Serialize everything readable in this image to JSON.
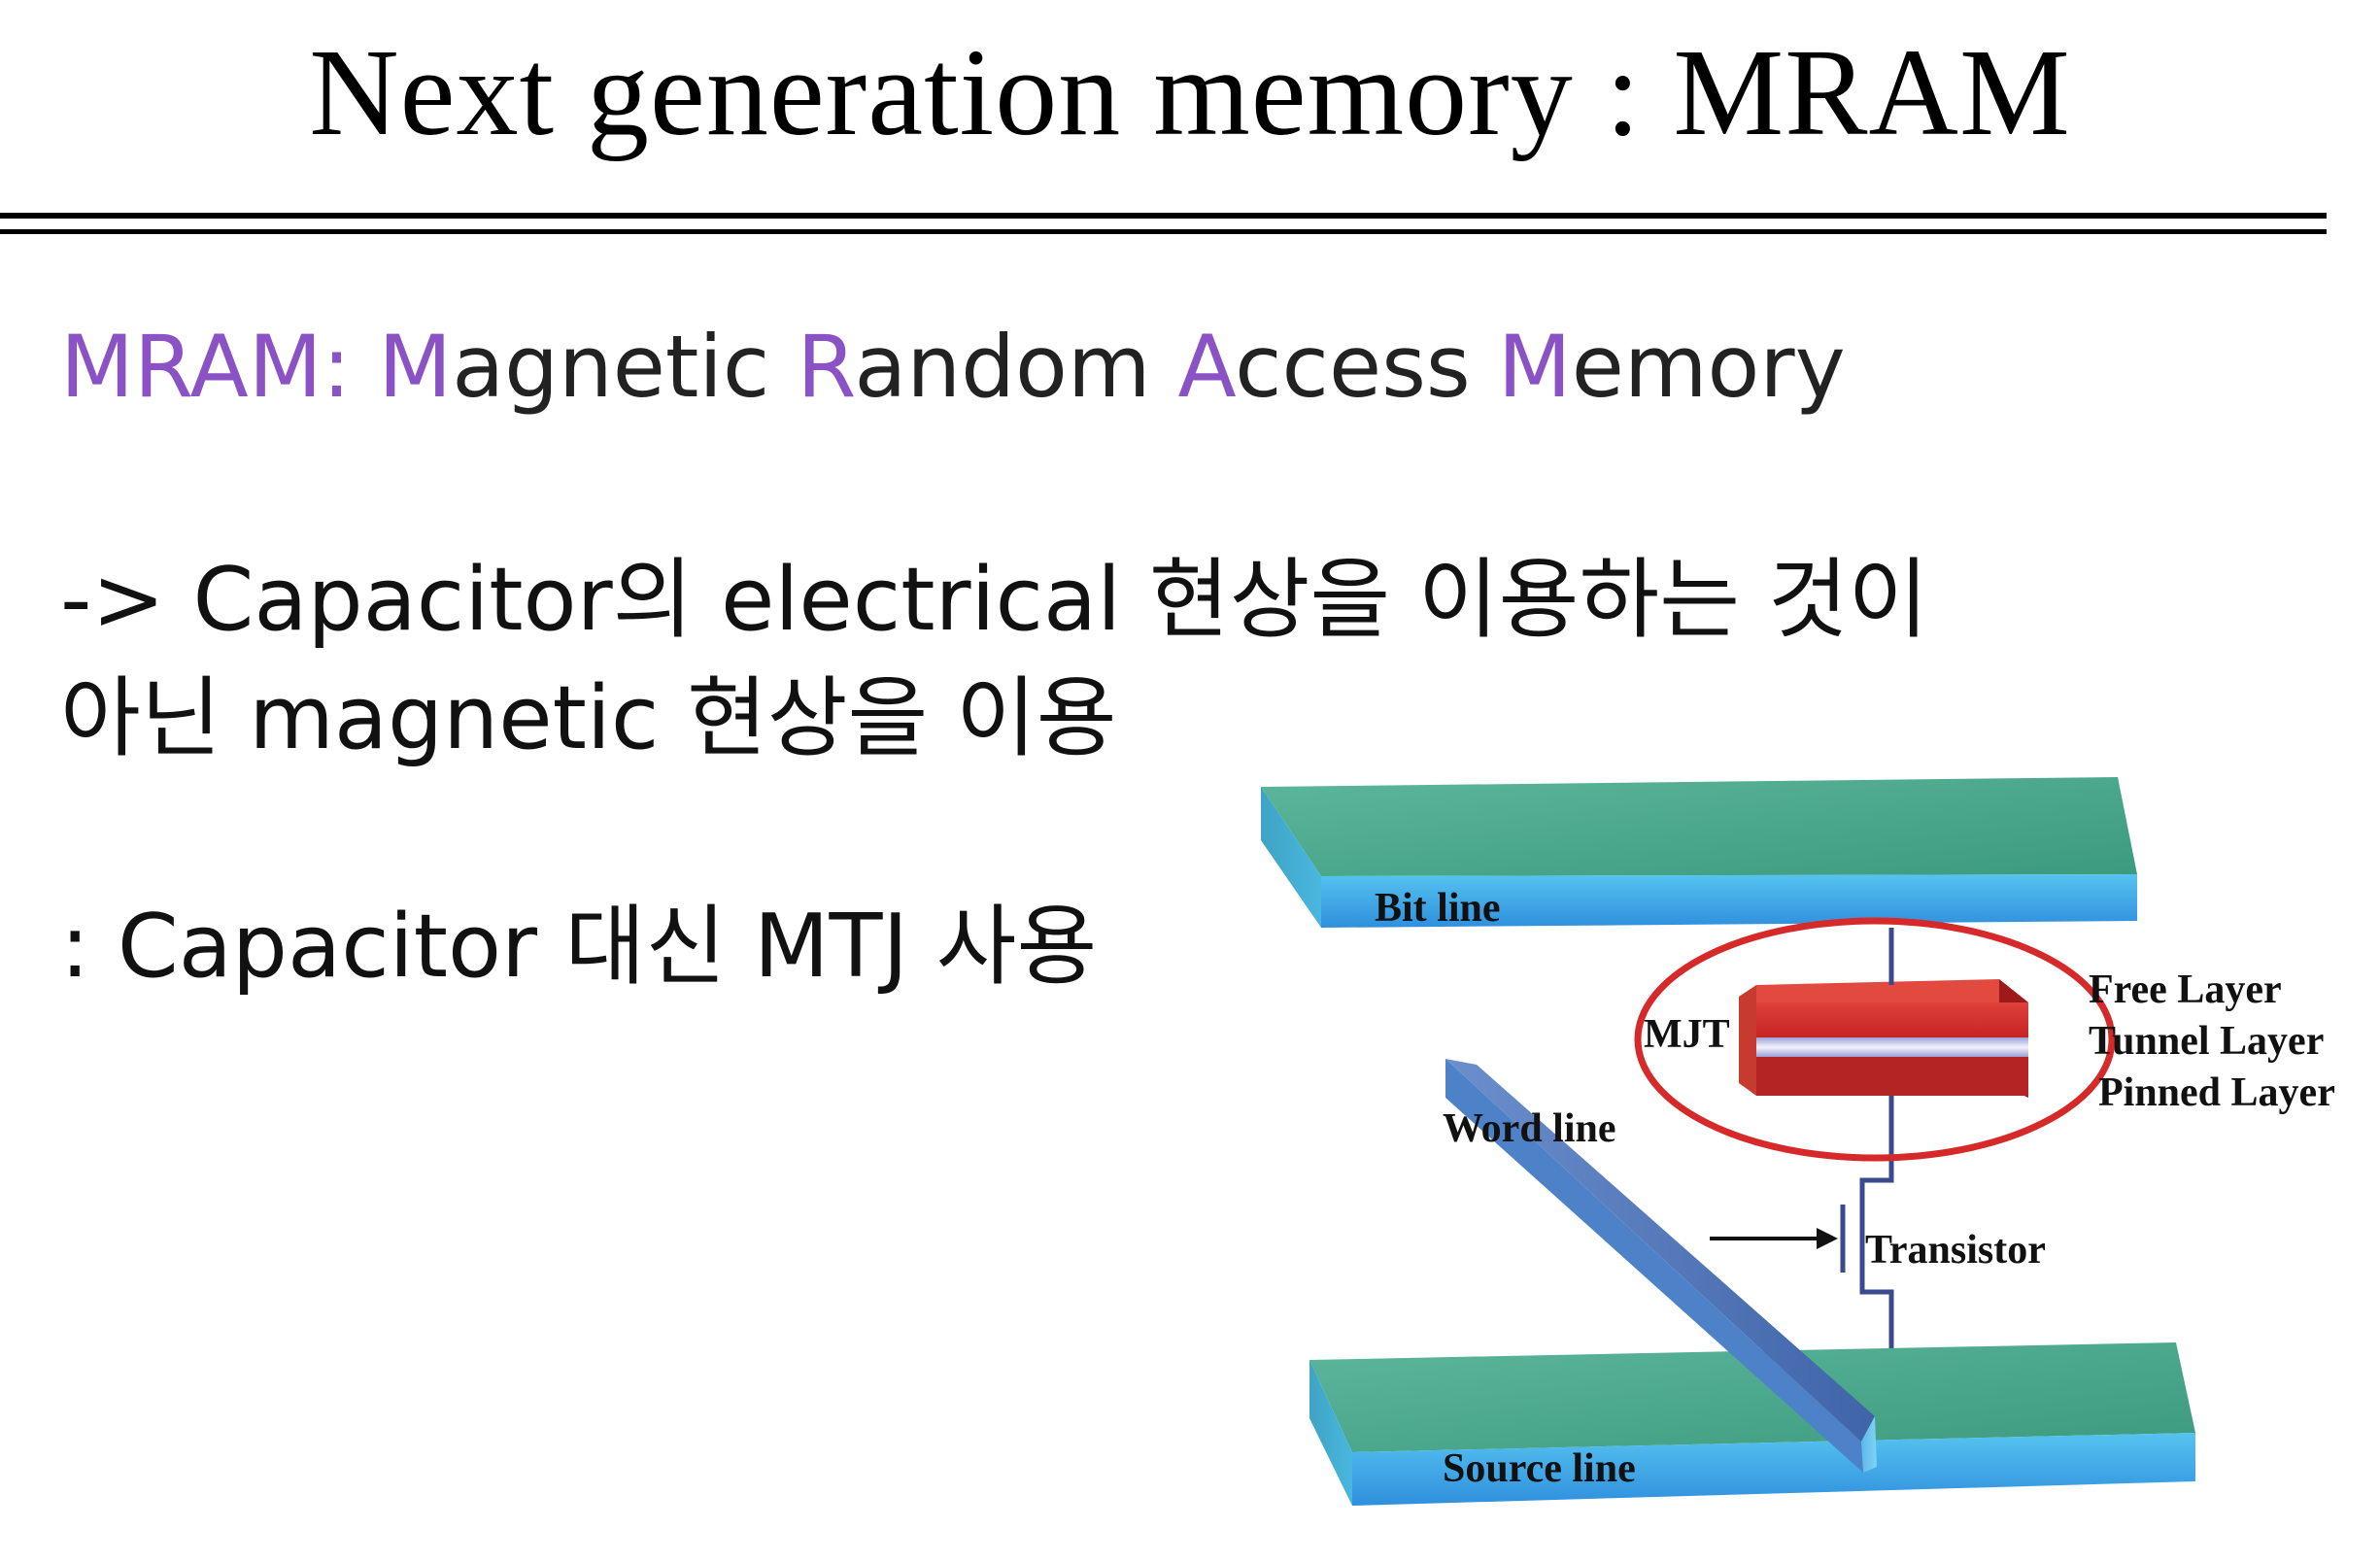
{
  "slide": {
    "title": "Next generation memory : MRAM",
    "acronym": {
      "parts": [
        {
          "text": "MRAM: M",
          "highlight": true
        },
        {
          "text": "agnetic ",
          "highlight": false
        },
        {
          "text": "R",
          "highlight": true
        },
        {
          "text": "andom ",
          "highlight": false
        },
        {
          "text": "A",
          "highlight": true
        },
        {
          "text": "ccess ",
          "highlight": false
        },
        {
          "text": "M",
          "highlight": true
        },
        {
          "text": "emory",
          "highlight": false
        }
      ]
    },
    "bullet_1_line_1": "-> Capacitor의 electrical 현상을 이용하는 것이",
    "bullet_1_line_2": "아닌 magnetic 현상을 이용",
    "bullet_2": ": Capacitor 대신 MTJ 사용"
  },
  "diagram": {
    "labels": {
      "bit_line": "Bit line",
      "mjt": "MJT",
      "free_layer": "Free Layer",
      "tunnel_layer": "Tunnel Layer",
      "pinned_layer": "Pinned Layer",
      "word_line": "Word line",
      "transistor": "Transistor",
      "source_line": "Source line"
    },
    "colors": {
      "text_highlight": "#8a52c4",
      "rail_top": "#4aa38a",
      "rail_side": "#3aa8e8",
      "mtj_red": "#d42a2a",
      "circle": "#d62a2a",
      "word_line": "#4f74b8",
      "wire": "#3a4a8c"
    }
  }
}
